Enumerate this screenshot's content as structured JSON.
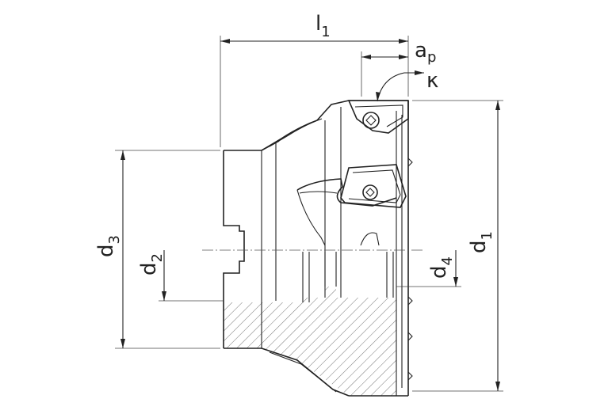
{
  "labels": {
    "l1": {
      "main": "l",
      "sub": "1"
    },
    "ap": {
      "main": "a",
      "sub": "p"
    },
    "kappa": "κ",
    "d1": {
      "main": "d",
      "sub": "1"
    },
    "d2": {
      "main": "d",
      "sub": "2"
    },
    "d3": {
      "main": "d",
      "sub": "3"
    },
    "d4": {
      "main": "d",
      "sub": "4"
    }
  },
  "colors": {
    "line": "#222222",
    "hatch": "#666666",
    "background": "#ffffff"
  }
}
